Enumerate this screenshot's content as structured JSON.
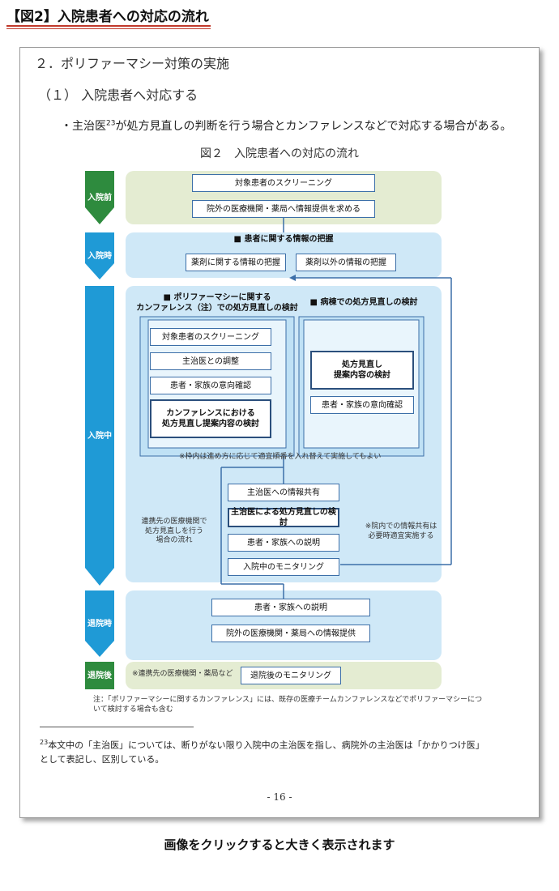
{
  "heading": "【図2】入院患者への対応の流れ",
  "section_title": "２．ポリファーマシー対策の実施",
  "subsection_title": "（１） 入院患者へ対応する",
  "bullet": {
    "text_before": "・主治医",
    "sup": "23",
    "text_after": "が処方見直しの判断を行う場合とカンファレンスなどで対応する場合がある。"
  },
  "figure_title": "図２　入院患者への対応の流れ",
  "phases": {
    "pre": "入院前",
    "admission": "入院時",
    "during": "入院中",
    "discharge": "退院時",
    "after": "退院後"
  },
  "pre_boxes": [
    "対象患者のスクリーニング",
    "院外の医療機関・薬局へ情報提供を求める"
  ],
  "admission": {
    "title": "■ 患者に関する情報の把握",
    "boxes": [
      "薬剤に関する情報の把握",
      "薬剤以外の情報の把握"
    ]
  },
  "conference": {
    "title_line1": "■ ポリファーマシーに関する",
    "title_line2": "カンファレンス（注）での処方見直しの検討",
    "boxes": [
      "対象患者のスクリーニング",
      "主治医との調整",
      "患者・家族の意向確認"
    ],
    "bold_line1": "カンファレンスにおける",
    "bold_line2": "処方見直し提案内容の検討"
  },
  "ward": {
    "title": "■ 病棟での処方見直しの検討",
    "bold_line1": "処方見直し",
    "bold_line2": "提案内容の検討",
    "box": "患者・家族の意向確認"
  },
  "order_note": "※枠内は進め方に応じて適宜順番を入れ替えて実施してもよい",
  "main_flow": [
    "主治医への情報共有",
    "主治医による処方見直しの検討",
    "患者・家族への説明",
    "入院中のモニタリング"
  ],
  "left_note": [
    "連携先の医療機関で",
    "処方見直しを行う",
    "場合の流れ"
  ],
  "right_note": [
    "※院内での情報共有は",
    "必要時適宜実施する"
  ],
  "discharge_boxes": [
    "患者・家族への説明",
    "院外の医療機関・薬局への情報提供"
  ],
  "after": {
    "note": "※連携先の医療機関・薬局など",
    "box": "退院後のモニタリング"
  },
  "fig_note": [
    "注：「ポリファーマシーに関するカンファレンス」には、既存の医療チームカンファレンスなどでポリファーマシーにつ",
    "いて検討する場合も含む"
  ],
  "footnote": {
    "sup": "23",
    "line1": "本文中の「主治医」については、断りがない限り入院中の主治医を指し、病院外の主治医は「かかりつけ医」",
    "line2": "として表記し、区別している。"
  },
  "page_number": "- 16 -",
  "caption": "画像をクリックすると大きく表示されます",
  "colors": {
    "green_arrow": "#2e8b3e",
    "blue_arrow": "#1f9ad6",
    "green_band": "#e4ecd2",
    "blue_band": "#cfe8f7",
    "inner_blue": "#bfe1f5",
    "box_border": "#3c6fa8",
    "heading_rule": "#c0392b"
  }
}
